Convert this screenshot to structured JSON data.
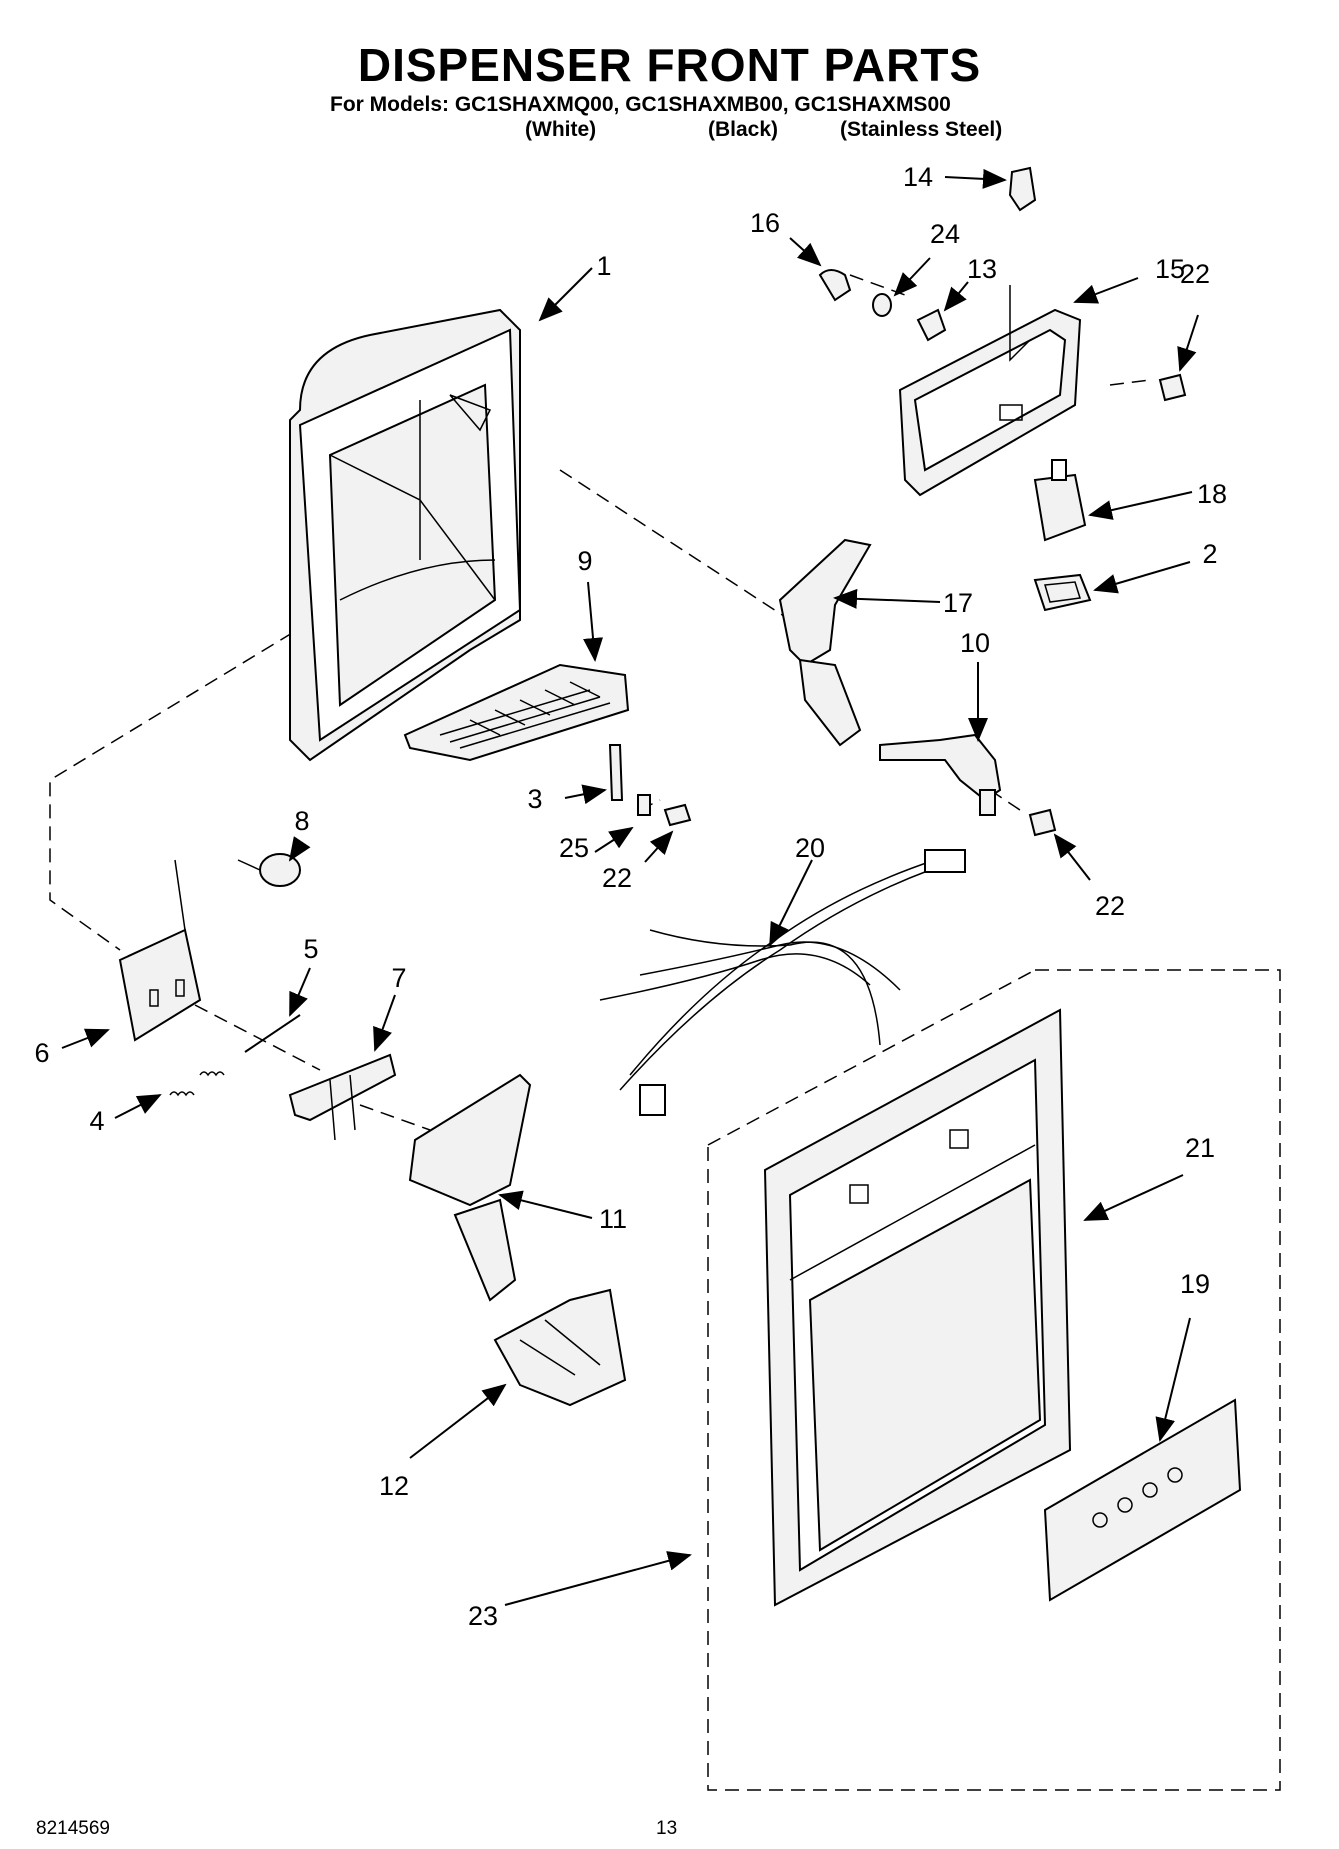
{
  "header": {
    "title": "DISPENSER FRONT PARTS",
    "models": "For Models: GC1SHAXMQ00, GC1SHAXMB00, GC1SHAXMS00",
    "variants": [
      "(White)",
      "(Black)",
      "(Stainless Steel)"
    ]
  },
  "callouts": {
    "c1": "1",
    "c2": "2",
    "c3": "3",
    "c4": "4",
    "c5": "5",
    "c6": "6",
    "c7": "7",
    "c8": "8",
    "c9": "9",
    "c10": "10",
    "c11": "11",
    "c12": "12",
    "c13": "13",
    "c14": "14",
    "c15": "15",
    "c16": "16",
    "c17": "17",
    "c18": "18",
    "c19": "19",
    "c20": "20",
    "c21": "21",
    "c22a": "22",
    "c22b": "22",
    "c22c": "22",
    "c23": "23",
    "c24": "24",
    "c25": "25"
  },
  "footer": {
    "doc_number": "8214569",
    "page_number": "13"
  }
}
